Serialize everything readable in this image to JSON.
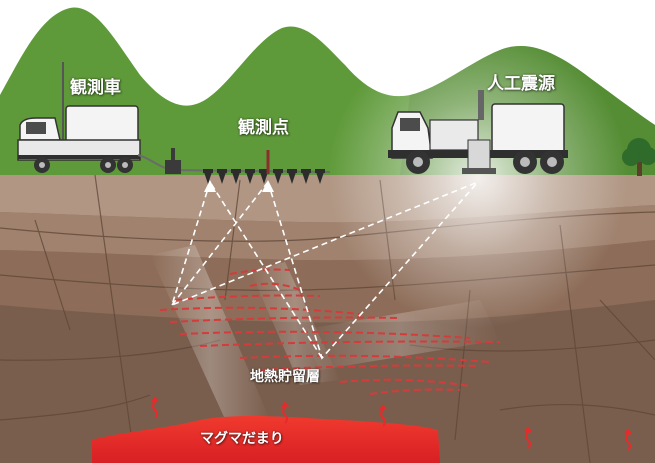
{
  "labels": {
    "observation_vehicle": "観測車",
    "observation_points": "観測点",
    "artificial_source": "人工震源",
    "reservoir": "地熱貯留層",
    "magma": "マグマだまり"
  },
  "colors": {
    "mountain": "#5f9a3a",
    "mountain_shadow": "#4d8330",
    "ground_top": "#a98a74",
    "ground_mid": "#957560",
    "ground_deep": "#7b604f",
    "fault": "#6a5040",
    "magma": "#e8262a",
    "reservoir_dash": "#d63b3b",
    "ray_dash": "#ffffff"
  },
  "icons": {
    "vehicles": [
      "observation-truck-icon",
      "vibroseis-truck-icon"
    ],
    "geophone": "geophone-icon",
    "heat": "heat-arrow-icon",
    "tree": "tree-icon"
  }
}
